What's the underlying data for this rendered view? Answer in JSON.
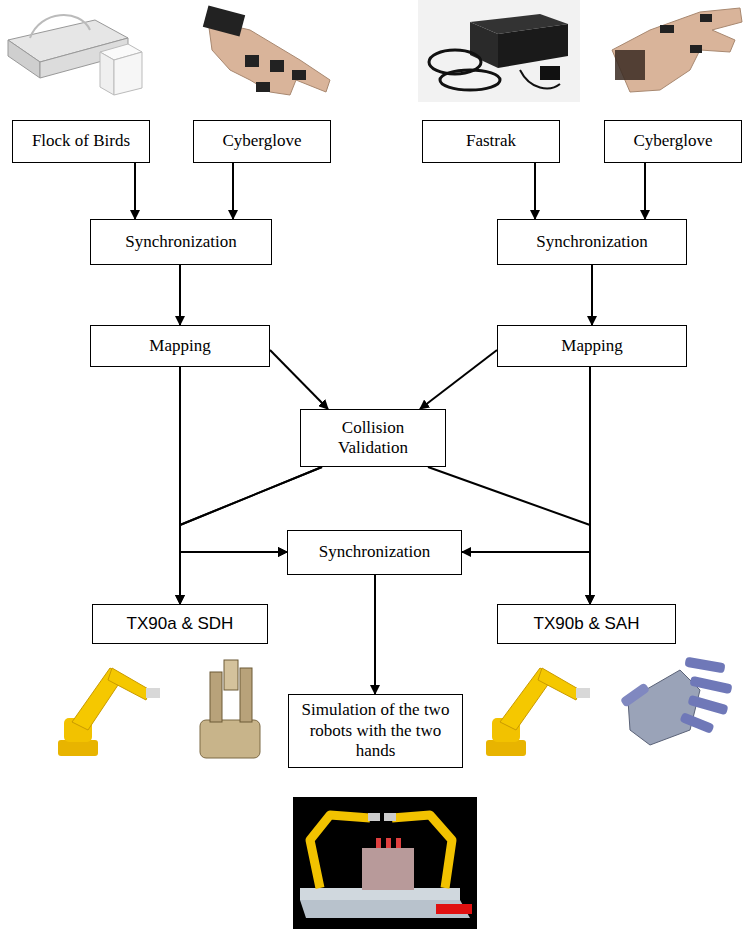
{
  "diagram": {
    "nodes": [
      {
        "text": [
          "Flock of Birds"
        ]
      },
      {
        "text": [
          "Cyberglove"
        ]
      },
      {
        "text": [
          "Fastrak"
        ]
      },
      {
        "text": [
          "Cyberglove"
        ]
      },
      {
        "text": [
          "Synchronization"
        ]
      },
      {
        "text": [
          "Synchronization"
        ]
      },
      {
        "text": [
          "Mapping"
        ]
      },
      {
        "text": [
          "Mapping"
        ]
      },
      {
        "text": [
          "Collision Validation"
        ]
      },
      {
        "text": [
          "Synchronization"
        ]
      },
      {
        "text": [
          "TX90a & SDH"
        ]
      },
      {
        "text": [
          "TX90b & SAH"
        ]
      },
      {
        "text": [
          "Simulation of the two robots with the two hands"
        ]
      }
    ],
    "edges": [
      {
        "from": 0,
        "to": 4,
        "arrow": "to"
      },
      {
        "from": 1,
        "to": 4,
        "arrow": "to"
      },
      {
        "from": 2,
        "to": 5,
        "arrow": "to"
      },
      {
        "from": 3,
        "to": 5,
        "arrow": "to"
      },
      {
        "from": 4,
        "to": 6,
        "arrow": "to"
      },
      {
        "from": 5,
        "to": 7,
        "arrow": "to"
      },
      {
        "from": 6,
        "to": 8,
        "arrow": "to"
      },
      {
        "from": 7,
        "to": 8,
        "arrow": "to"
      },
      {
        "from": 6,
        "to": 10,
        "arrow": "to"
      },
      {
        "from": 8,
        "to": 10,
        "arrow": "to"
      },
      {
        "from": 6,
        "to": 9,
        "arrow": "to"
      },
      {
        "from": 8,
        "to": 9,
        "arrow": "to"
      },
      {
        "from": 7,
        "to": 11,
        "arrow": "to"
      },
      {
        "from": 8,
        "to": 11,
        "arrow": "to"
      },
      {
        "from": 7,
        "to": 9,
        "arrow": "to"
      },
      {
        "from": 9,
        "to": 12,
        "arrow": "to"
      }
    ]
  }
}
